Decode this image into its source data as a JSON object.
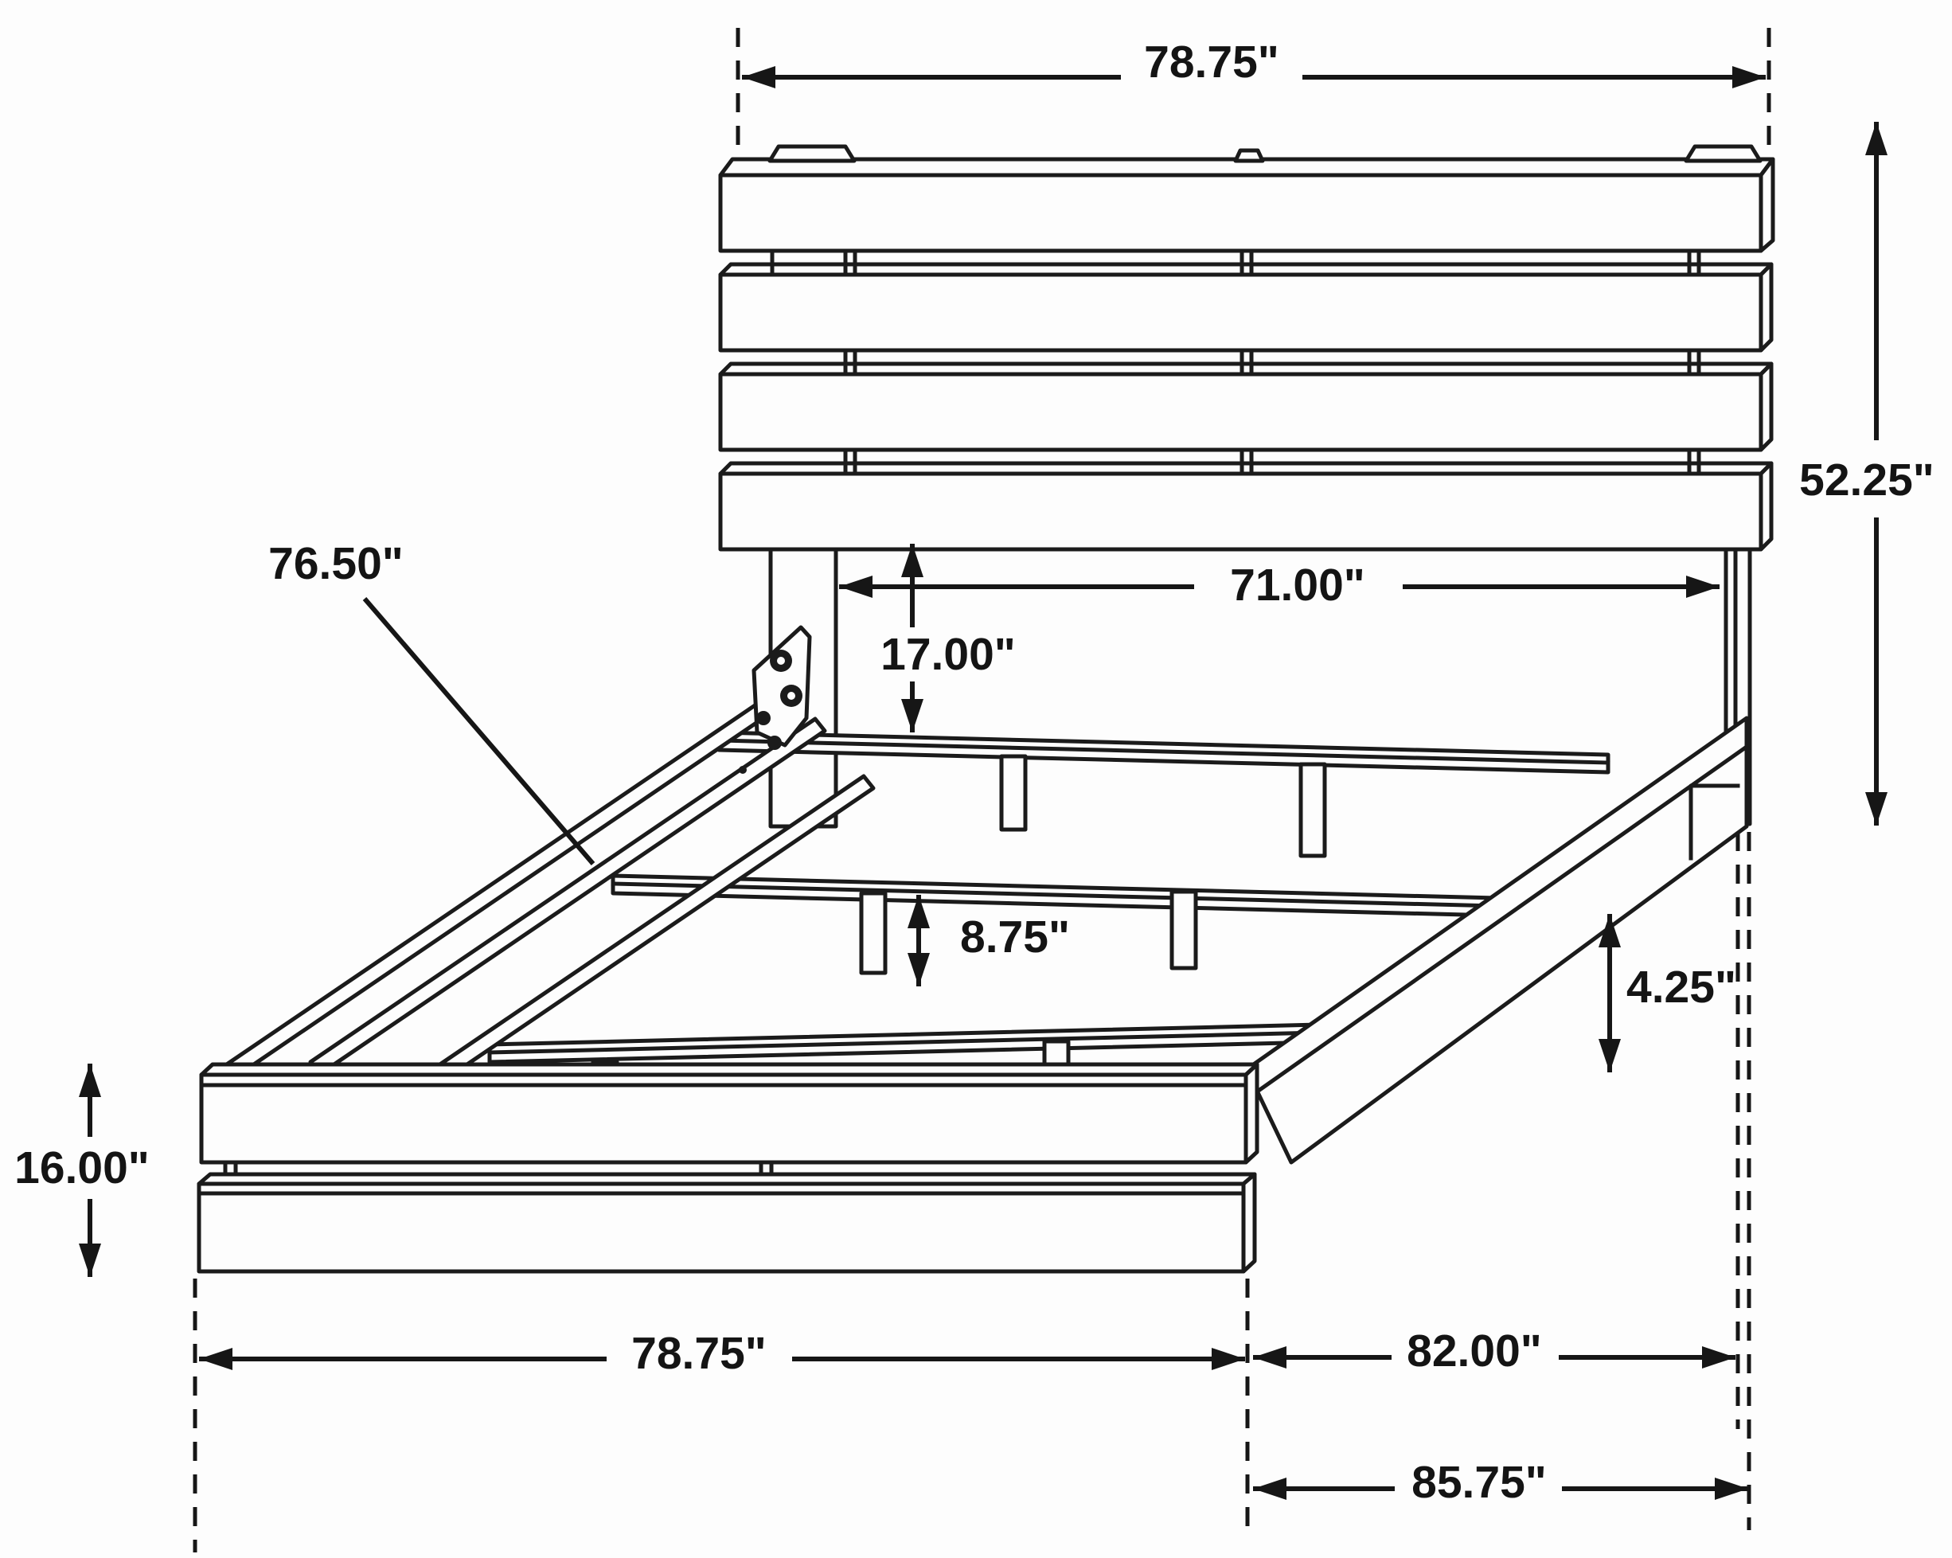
{
  "diagram": {
    "kind": "furniture dimension line drawing",
    "subject": "platform bed frame with slatted plank headboard, low plank footboard, side rails and slat support rails with legs",
    "background_color": "#fdfdfd",
    "line_color": "#1b1b1b",
    "units": "inches"
  },
  "dims": {
    "headboard_width": "78.75\"",
    "headboard_height": "52.25\"",
    "headboard_inner_width": "71.00\"",
    "headboard_clearance": "17.00\"",
    "side_rail_length": "76.50\"",
    "slat_leg_height": "8.75\"",
    "rail_board_width": "4.25\"",
    "footboard_height": "16.00\"",
    "footboard_width": "78.75\"",
    "frame_depth": "82.00\"",
    "overall_depth": "85.75\""
  }
}
